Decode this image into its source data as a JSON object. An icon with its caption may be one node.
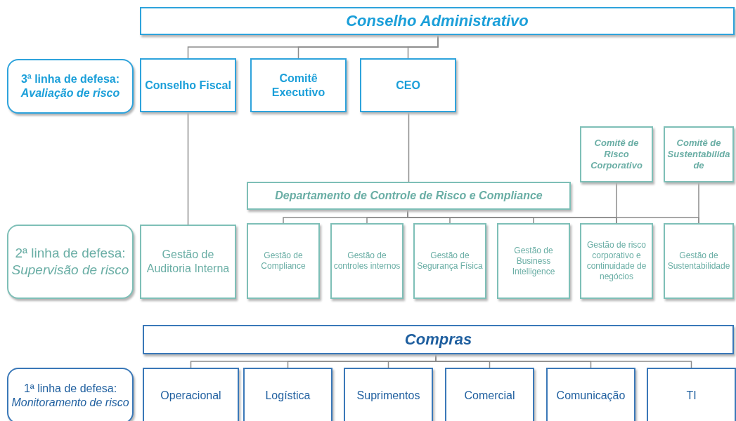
{
  "diagram": {
    "nodes": [
      {
        "text": [
          "Conselho Administrativo"
        ]
      },
      {
        "text": [
          "3ª linha de defesa:",
          "Avaliação de risco"
        ]
      },
      {
        "text": [
          "Conselho Fiscal"
        ]
      },
      {
        "text": [
          "Comitê Executivo"
        ]
      },
      {
        "text": [
          "CEO"
        ]
      },
      {
        "text": [
          "Comitê de Risco Corporativo"
        ]
      },
      {
        "text": [
          "Comitê de Sustentabilidade"
        ]
      },
      {
        "text": [
          "Departamento de Controle de Risco e Compliance"
        ]
      },
      {
        "text": [
          "2ª linha de defesa:",
          "Supervisão de risco"
        ]
      },
      {
        "text": [
          "Gestão de Auditoria Interna"
        ]
      },
      {
        "text": [
          "Gestão de Compliance"
        ]
      },
      {
        "text": [
          "Gestão de controles internos"
        ]
      },
      {
        "text": [
          "Gestão de Segurança Física"
        ]
      },
      {
        "text": [
          "Gestão de Business Intelligence"
        ]
      },
      {
        "text": [
          "Gestão de risco corporativo e continuidade de negócios"
        ]
      },
      {
        "text": [
          "Gestão de Sustentabilidade"
        ]
      },
      {
        "text": [
          "Compras"
        ]
      },
      {
        "text": [
          "1ª linha de defesa:",
          "Monitoramento de risco"
        ]
      },
      {
        "text": [
          "Operacional"
        ]
      },
      {
        "text": [
          "Logística"
        ]
      },
      {
        "text": [
          "Suprimentos"
        ]
      },
      {
        "text": [
          "Comercial"
        ]
      },
      {
        "text": [
          "Comunicação"
        ]
      },
      {
        "text": [
          "TI"
        ]
      }
    ],
    "edges": [
      {
        "from": 0,
        "to": 2,
        "arrow": "none"
      },
      {
        "from": 0,
        "to": 3,
        "arrow": "none"
      },
      {
        "from": 0,
        "to": 4,
        "arrow": "none"
      },
      {
        "from": 2,
        "to": 9,
        "arrow": "none"
      },
      {
        "from": 4,
        "to": 7,
        "arrow": "none"
      },
      {
        "from": 7,
        "to": 10,
        "arrow": "none"
      },
      {
        "from": 7,
        "to": 11,
        "arrow": "none"
      },
      {
        "from": 7,
        "to": 12,
        "arrow": "none"
      },
      {
        "from": 7,
        "to": 13,
        "arrow": "none"
      },
      {
        "from": 7,
        "to": 14,
        "arrow": "none"
      },
      {
        "from": 7,
        "to": 15,
        "arrow": "none"
      },
      {
        "from": 5,
        "to": 14,
        "arrow": "none"
      },
      {
        "from": 6,
        "to": 15,
        "arrow": "none"
      },
      {
        "from": 16,
        "to": 18,
        "arrow": "none"
      },
      {
        "from": 16,
        "to": 19,
        "arrow": "none"
      },
      {
        "from": 16,
        "to": 20,
        "arrow": "none"
      },
      {
        "from": 16,
        "to": 21,
        "arrow": "none"
      },
      {
        "from": 16,
        "to": 22,
        "arrow": "none"
      },
      {
        "from": 16,
        "to": 23,
        "arrow": "none"
      }
    ]
  }
}
